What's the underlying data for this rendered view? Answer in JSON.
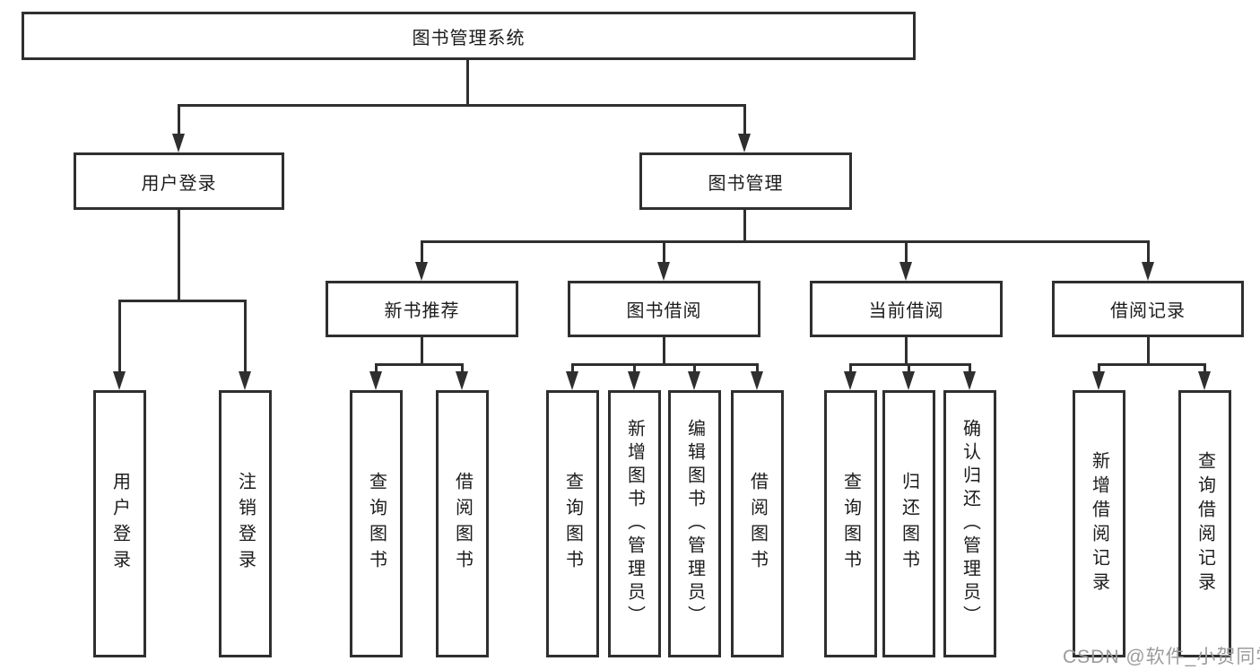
{
  "diagram": {
    "root": {
      "label": "图书管理系统"
    },
    "branches": {
      "user_login": {
        "label": "用户登录",
        "children": [
          "用户登录",
          "注销登录"
        ]
      },
      "book_mgmt": {
        "label": "图书管理",
        "children": {
          "new_book_rec": {
            "label": "新书推荐",
            "children": [
              "查询图书",
              "借阅图书"
            ]
          },
          "book_borrow": {
            "label": "图书借阅",
            "children": [
              "查询图书",
              "新增图书（管理员）",
              "编辑图书（管理员）",
              "借阅图书"
            ]
          },
          "current_borrow": {
            "label": "当前借阅",
            "children": [
              "查询图书",
              "归还图书",
              "确认归还（管理员）"
            ]
          },
          "borrow_records": {
            "label": "借阅记录",
            "children": [
              "新增借阅记录",
              "查询借阅记录"
            ]
          }
        }
      }
    }
  },
  "watermark": {
    "text": "CSDN @软件_小贺同学"
  },
  "colors": {
    "line": "#2f2f2f",
    "text": "#1c1c1c",
    "watermark": "#9b9b9b",
    "background": "#ffffff"
  }
}
